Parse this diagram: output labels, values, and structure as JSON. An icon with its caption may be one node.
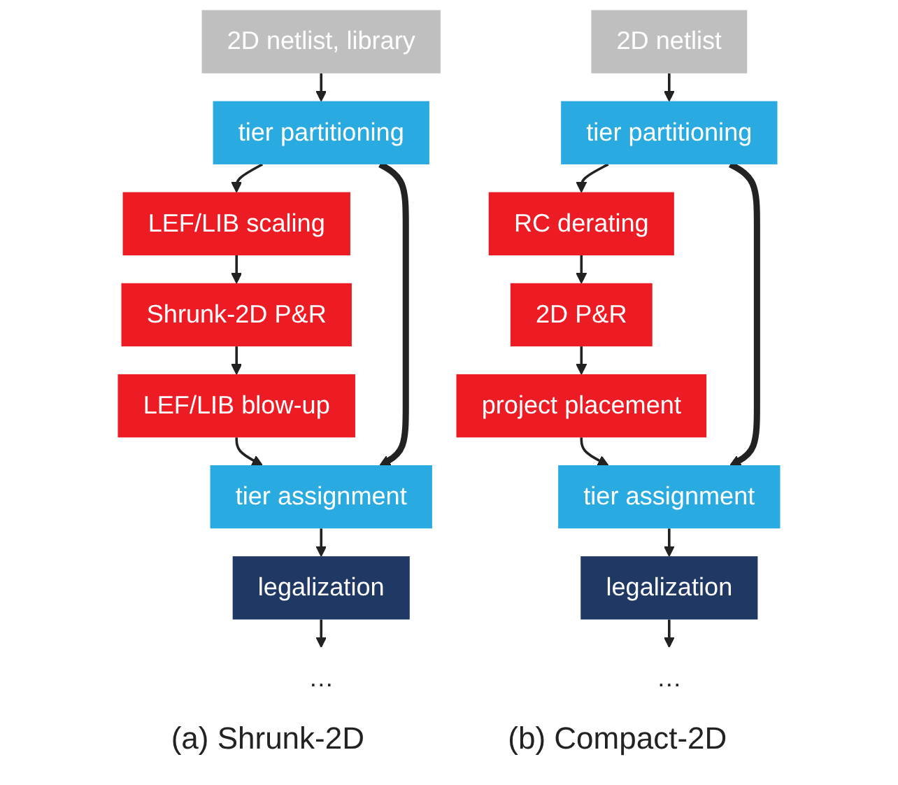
{
  "diagram": {
    "nodes": [
      {
        "text": [
          "2D netlist, library"
        ]
      },
      {
        "text": [
          "tier partitioning"
        ]
      },
      {
        "text": [
          "LEF/LIB scaling"
        ]
      },
      {
        "text": [
          "Shrunk-2D P&R"
        ]
      },
      {
        "text": [
          "LEF/LIB blow-up"
        ]
      },
      {
        "text": [
          "tier assignment"
        ]
      },
      {
        "text": [
          "legalization"
        ]
      },
      {
        "text": [
          "…"
        ]
      },
      {
        "text": [
          "2D netlist"
        ]
      },
      {
        "text": [
          "tier partitioning"
        ]
      },
      {
        "text": [
          "RC derating"
        ]
      },
      {
        "text": [
          "2D P&R"
        ]
      },
      {
        "text": [
          "project placement"
        ]
      },
      {
        "text": [
          "tier assignment"
        ]
      },
      {
        "text": [
          "legalization"
        ]
      },
      {
        "text": [
          "…"
        ]
      }
    ],
    "edges": [
      {
        "from": 0,
        "to": 1,
        "arrow": "to"
      },
      {
        "from": 1,
        "to": 2,
        "arrow": "to"
      },
      {
        "from": 2,
        "to": 3,
        "arrow": "to"
      },
      {
        "from": 3,
        "to": 4,
        "arrow": "to"
      },
      {
        "from": 4,
        "to": 5,
        "arrow": "to"
      },
      {
        "from": 5,
        "to": 6,
        "arrow": "to"
      },
      {
        "from": 6,
        "to": 7,
        "arrow": "to"
      },
      {
        "from": 1,
        "to": 5,
        "arrow": "to",
        "style": "thick"
      },
      {
        "from": 8,
        "to": 9,
        "arrow": "to"
      },
      {
        "from": 9,
        "to": 10,
        "arrow": "to"
      },
      {
        "from": 10,
        "to": 11,
        "arrow": "to"
      },
      {
        "from": 11,
        "to": 12,
        "arrow": "to"
      },
      {
        "from": 12,
        "to": 13,
        "arrow": "to"
      },
      {
        "from": 13,
        "to": 14,
        "arrow": "to"
      },
      {
        "from": 14,
        "to": 15,
        "arrow": "to"
      },
      {
        "from": 9,
        "to": 13,
        "arrow": "to",
        "style": "thick"
      }
    ],
    "labels": [
      "(a) Shrunk-2D",
      "(b) Compact-2D"
    ]
  }
}
